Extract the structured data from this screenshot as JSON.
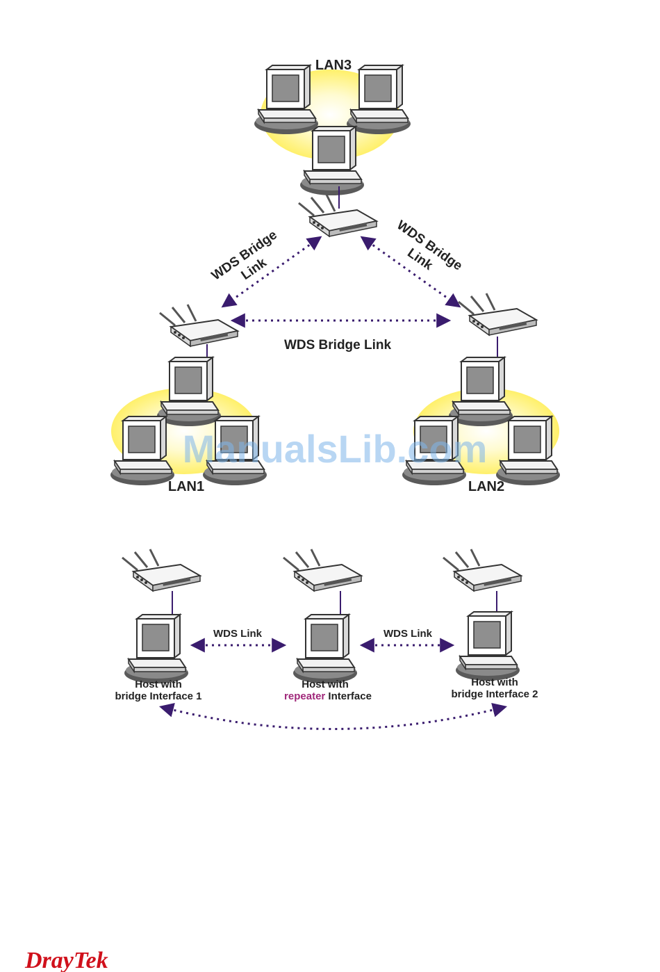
{
  "diagram1": {
    "lan3_label": "LAN3",
    "lan1_label": "LAN1",
    "lan2_label": "LAN2",
    "left_link_line1": "WDS Bridge",
    "left_link_line2": "Link",
    "right_link_line1": "WDS Bridge",
    "right_link_line2": "Link",
    "middle_link_label": "WDS Bridge Link"
  },
  "diagram2": {
    "left_link_label": "WDS Link",
    "right_link_label": "WDS Link",
    "host1_line1": "Host with",
    "host1_line2": "bridge Interface 1",
    "host2_line1": "Host with",
    "host2_keyword": "repeater",
    "host2_rest": " Interface",
    "host3_line1": "Host with",
    "host3_line2": "bridge Interface 2"
  },
  "watermark": "ManualsLib.com",
  "brand": {
    "dray": "Dray",
    "tek": "Tek"
  },
  "colors": {
    "link_arrow": "#3a1c6e",
    "lan_glow": "#fff27a",
    "repeater_highlight": "#a0287a",
    "brand_red": "#d0101b"
  }
}
